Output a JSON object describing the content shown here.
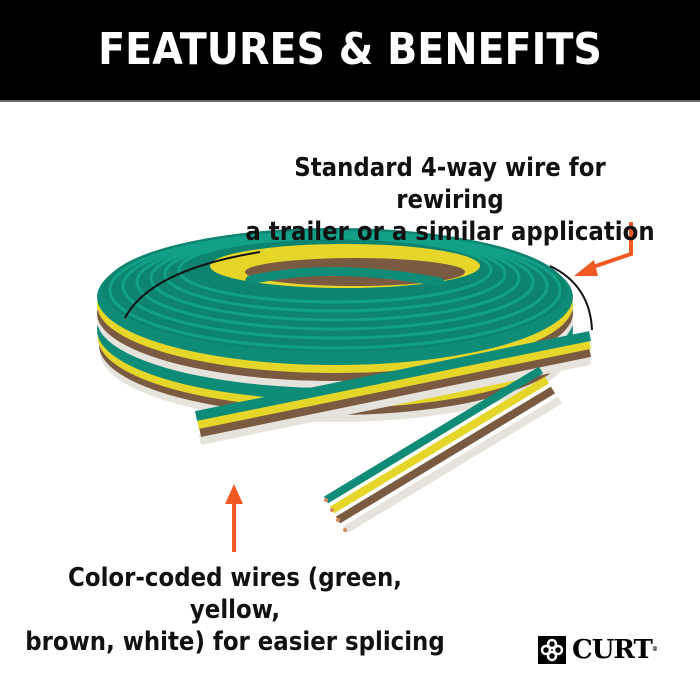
{
  "header": {
    "title": "FEATURES & BENEFITS"
  },
  "callouts": [
    {
      "id": "top",
      "lines": [
        "Standard 4-way wire for rewiring",
        "a trailer or a similar application"
      ]
    },
    {
      "id": "bottom",
      "lines": [
        "Color-coded wires (green, yellow,",
        "brown, white) for easier splicing"
      ]
    }
  ],
  "brand": {
    "name": "CURT",
    "trademark": "®"
  },
  "colors": {
    "header_bg": "#000000",
    "header_text": "#ffffff",
    "arrow": "#f05a22",
    "wire_green": "#0f8c78",
    "wire_yellow": "#e6d62a",
    "wire_brown": "#7a5a40",
    "wire_white": "#e6e2dc"
  },
  "product": {
    "icon": "coiled-4-way-trailer-wire"
  }
}
